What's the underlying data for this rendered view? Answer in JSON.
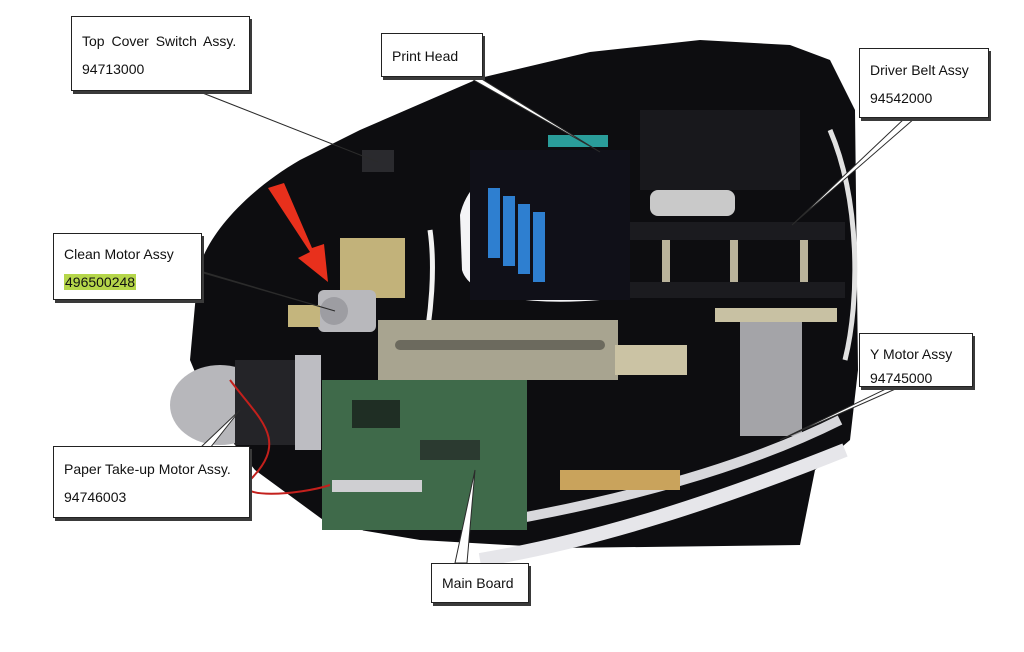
{
  "callouts": {
    "top_cover": {
      "name": "Top Cover Switch Assy.",
      "part": "94713000"
    },
    "print_head": {
      "name": "Print Head"
    },
    "driver_belt": {
      "name": "Driver Belt Assy",
      "part": "94542000"
    },
    "clean_motor": {
      "name": "Clean Motor Assy",
      "part": "496500248"
    },
    "y_motor": {
      "name": "Y Motor Assy",
      "part": "94745000"
    },
    "paper_takeup": {
      "name": "Paper Take-up Motor Assy.",
      "part": "94746003"
    },
    "main_board": {
      "name": "Main Board"
    }
  },
  "colors": {
    "highlight": "#b5d64a",
    "arrow": "#e8301c",
    "panel": "#0d0d10",
    "print_head_blue": "#2e7fd0"
  }
}
